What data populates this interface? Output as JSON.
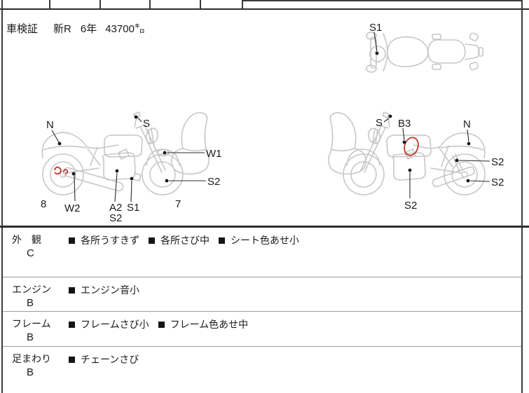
{
  "header": {
    "inspection_label": "車検証",
    "era": "新R",
    "years": "6年",
    "mileage": "43700㌔"
  },
  "diagram_top": {
    "labels": {
      "front_s1": "S1"
    }
  },
  "diagram_left": {
    "labels": {
      "rear_cowl_n": "N",
      "mirror_s": "S",
      "front_fork_w1": "W1",
      "front_wheel_s2": "S2",
      "zone_rear": "8",
      "muffler_w2": "W2",
      "engine_a2": "A2",
      "engine_s1": "S1",
      "engine_s2": "S2",
      "zone_front": "7"
    }
  },
  "diagram_right": {
    "labels": {
      "mirror_s": "S",
      "tank_b3": "B3",
      "seat_n": "N",
      "shock_s2": "S2",
      "rear_wheel_s2": "S2",
      "engine_s2": "S2"
    }
  },
  "sections": [
    {
      "name": "外　観",
      "grade": "C",
      "notes": [
        "各所うすきず",
        "各所さび中",
        "シート色あせ小"
      ]
    },
    {
      "name": "エンジン",
      "grade": "B",
      "notes": [
        "エンジン音小"
      ]
    },
    {
      "name": "フレーム",
      "grade": "B",
      "notes": [
        "フレームさび小",
        "フレーム色あせ中"
      ]
    },
    {
      "name": "足まわり",
      "grade": "B",
      "notes": [
        "チェーンさび"
      ]
    }
  ],
  "colors": {
    "mark_red": "#c0392b",
    "outline_gray": "#c7c7c7",
    "ink": "#1a1a1a"
  }
}
